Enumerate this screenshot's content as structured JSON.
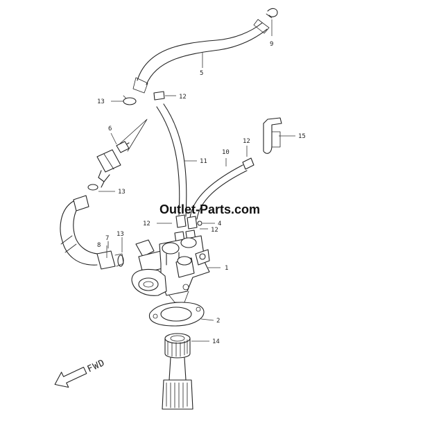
{
  "watermark": "Outlet-Parts.com",
  "fwd_label": "FWD",
  "labels": {
    "p9": "9",
    "p5": "5",
    "p12a": "12",
    "p13a": "13",
    "p6": "6",
    "p11": "11",
    "p10": "10",
    "p12b": "12",
    "p15": "15",
    "p13b": "13",
    "p12c": "12",
    "p4": "4",
    "p12d": "12",
    "p13c": "13",
    "p7": "7",
    "p8": "8",
    "p1": "1",
    "p2": "2",
    "p14": "14"
  },
  "colors": {
    "line": "#222222",
    "background": "#ffffff"
  }
}
